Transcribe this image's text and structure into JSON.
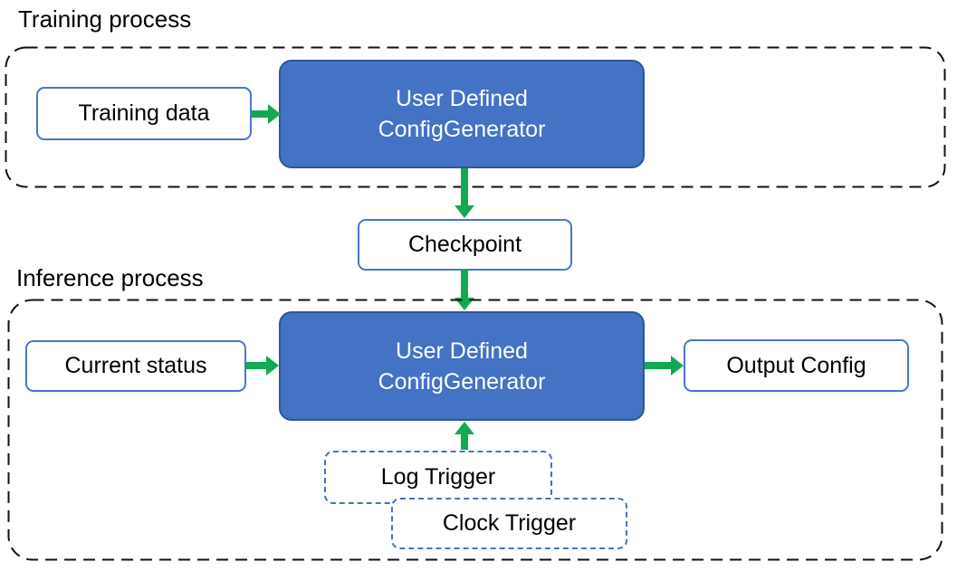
{
  "training": {
    "label": "Training process",
    "training_data": "Training data",
    "generator": {
      "line1": "User Defined",
      "line2": "ConfigGenerator"
    }
  },
  "checkpoint": {
    "label": "Checkpoint"
  },
  "inference": {
    "label": "Inference process",
    "current_status": "Current status",
    "generator": {
      "line1": "User Defined",
      "line2": "ConfigGenerator"
    },
    "output_config": "Output Config",
    "log_trigger": "Log Trigger",
    "clock_trigger": "Clock Trigger"
  },
  "colors": {
    "generator_fill": "#4472C4",
    "generator_border": "#2F5597",
    "white_box_border": "#4777C8",
    "trigger_dash_border": "#4472C4",
    "arrow_green": "#15A852",
    "container_dash": "#111111"
  }
}
